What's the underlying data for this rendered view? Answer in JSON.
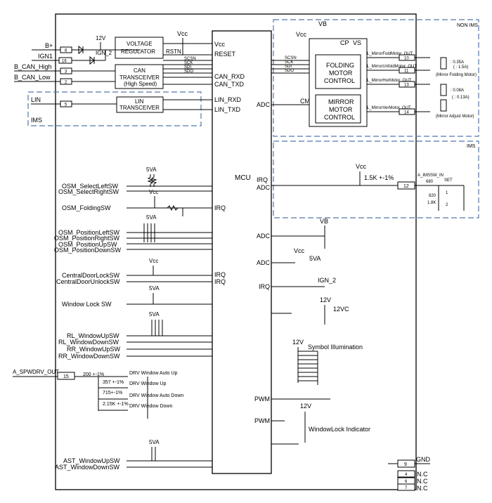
{
  "left_pins": [
    {
      "label": "B+",
      "pin": "8"
    },
    {
      "label": "IGN1",
      "pin": "16"
    },
    {
      "label": "B_CAN_High",
      "pin": "3"
    },
    {
      "label": "B_CAN_Low",
      "pin": "2"
    },
    {
      "label": "LIN",
      "pin": "5"
    },
    {
      "label": "IMS",
      "pin": ""
    }
  ],
  "power": {
    "v12": "12V",
    "ign2": "IGN_2",
    "vcc": "Vcc",
    "v5va": "5VA",
    "vb": "VB",
    "v12vc": "12VC",
    "gnd": "GND"
  },
  "voltage_regulator": {
    "line1": "VOLTAGE",
    "line2": "REGULATOR",
    "rstn": "RSTN"
  },
  "can_transceiver": {
    "line1": "CAN",
    "line2": "TRANSCEIVER",
    "line3": "(High Speed)",
    "pins": [
      "SCSN",
      "SCK",
      "SDI",
      "SDO"
    ]
  },
  "lin_transceiver": {
    "line1": "LIN",
    "line2": "TRANSCEIVER"
  },
  "mcu": {
    "label": "MCU",
    "left_pins": [
      "Vcc",
      "RESET",
      "CAN_RXD",
      "CAN_TXD",
      "LIN_RXD",
      "LIN_TXD",
      "IRQ",
      "IRQ",
      "IRQ"
    ],
    "right_pins": [
      "ADC",
      "IRQ",
      "ADC",
      "ADC",
      "ADC",
      "IRQ",
      "PWM",
      "PWM"
    ]
  },
  "switches": {
    "select": [
      "OSM_SelectLeftSW",
      "OSM_SelectRightSW"
    ],
    "folding": "OSM_FoldingSW",
    "position": [
      "OSM_PositionLeftSW",
      "OSM_PositionRightSW",
      "OSM_PositionUpSW",
      "OSM_PositionDownSW"
    ],
    "door": [
      "CentralDoorLockSW",
      "CentralDoorUnlockSW"
    ],
    "window_lock": "Window Lock SW",
    "windows": [
      "RL_WindowUpSW",
      "RL_WindowDownSW",
      "RR_WindowUpSW",
      "RR_WindowDownSW"
    ],
    "ast": [
      "AST_WindowUpSW",
      "AST_WindowDownSW"
    ]
  },
  "drv_window": {
    "signal": "A_SPWDRV_OUT",
    "pin": "15",
    "resistors": [
      "200 +-1%",
      "357 +-1%",
      "715+-1%",
      "2.15K +-1%"
    ],
    "labels": [
      "DRV Window Auto Up",
      "DRV Window Up",
      "DRV Window Auto Down",
      "DRV Window Down"
    ]
  },
  "non_ims": {
    "label": "NON IMS",
    "spi": [
      "SCSN",
      "SCK",
      "SDI",
      "SDO"
    ],
    "cp": "CP",
    "vs": "VS",
    "adc": "ADC",
    "cm": "CM",
    "folding_block": [
      "FOLDING",
      "MOTOR",
      "CONTROL"
    ],
    "mirror_block": [
      "MIRROR",
      "MOTOR",
      "CONTROL"
    ],
    "outputs": [
      {
        "label": "L_MirrorFoldMotor_OUT",
        "pin": "10"
      },
      {
        "label": "L_MirrorUnfoldMotor_OUT",
        "pin": "11"
      },
      {
        "label": "L_MirrorHorMotor_OUT",
        "pin": "13"
      },
      {
        "label": "L_MirrorVerMotor_OUT",
        "pin": "14"
      }
    ],
    "fold_current": [
      ": 0.35A",
      "( : 1.5A)"
    ],
    "fold_motor": "(Mirror Folding Motor)",
    "adjust_current": [
      ": 0.08A",
      "( : 0.13A)"
    ],
    "adjust_motor": "(Mirror Adjust Motor)"
  },
  "ims": {
    "label": "IMS",
    "resistor": "1.5K +-1%",
    "pin": "12",
    "signal": "A_IMSSW_IN",
    "r680": "680",
    "set": "SET",
    "r820": "820",
    "r18k": "1.8K",
    "sw1": "1",
    "sw2": "2"
  },
  "symbol_illumination": "Symbol Illumination",
  "window_lock_indicator": "WindowLock Indicator",
  "nc": [
    {
      "pin": "4",
      "label": "N.C"
    },
    {
      "pin": "6",
      "label": "N.C"
    },
    {
      "pin": "7",
      "label": "N.C"
    }
  ],
  "gnd_pin": "9"
}
